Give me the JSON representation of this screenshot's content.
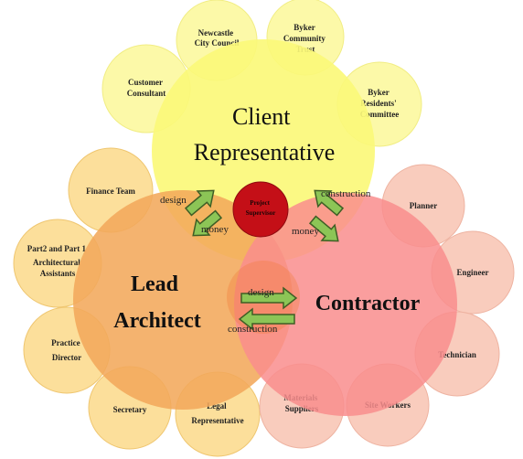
{
  "main_groups": {
    "client": {
      "line1": "Client",
      "line2": "Representative"
    },
    "architect": {
      "line1": "Lead",
      "line2": "Architect"
    },
    "contractor": {
      "line1": "Contractor"
    }
  },
  "center": {
    "line1": "Project",
    "line2": "Supervisor"
  },
  "client_members": {
    "customer_consultant": [
      "Customer",
      "Consultant"
    ],
    "newcastle_city_council": [
      "Newcastle",
      "City Council"
    ],
    "byker_community_trust": [
      "Byker",
      "Community",
      "Trust"
    ],
    "byker_residents_committee": [
      "Byker",
      "Residents'",
      "Committee"
    ]
  },
  "architect_members": {
    "finance_team": [
      "Finance Team"
    ],
    "architectural_assistants": [
      "Part2 and Part 1",
      "Architectural",
      "Assistants"
    ],
    "practice_director": [
      "Practice",
      "Director"
    ],
    "secretary": [
      "Secretary"
    ],
    "legal_representative": [
      "Legal",
      "Representative"
    ]
  },
  "contractor_members": {
    "planner": [
      "Planner"
    ],
    "engineer": [
      "Engineer"
    ],
    "technician": [
      "Technician"
    ],
    "site_workers": [
      "Site Workers"
    ],
    "materials_suppliers": [
      "Materials",
      "Suppliers"
    ]
  },
  "flows": {
    "client_architect_design": "design",
    "client_architect_money": "money",
    "client_contractor_construction": "construction",
    "client_contractor_money": "money",
    "architect_contractor_design": "design",
    "architect_contractor_construction": "construction"
  },
  "colors": {
    "client_main": "#fbf87a",
    "client_member": "#fbf899",
    "architect_main": "#f3a95b",
    "architect_member": "#fbd98a",
    "contractor_main": "#f98d8d",
    "contractor_member": "#f8c6b6",
    "center_fill": "#c40f17",
    "arrow_fill": "#8cc556",
    "arrow_stroke": "#3f5e25"
  }
}
